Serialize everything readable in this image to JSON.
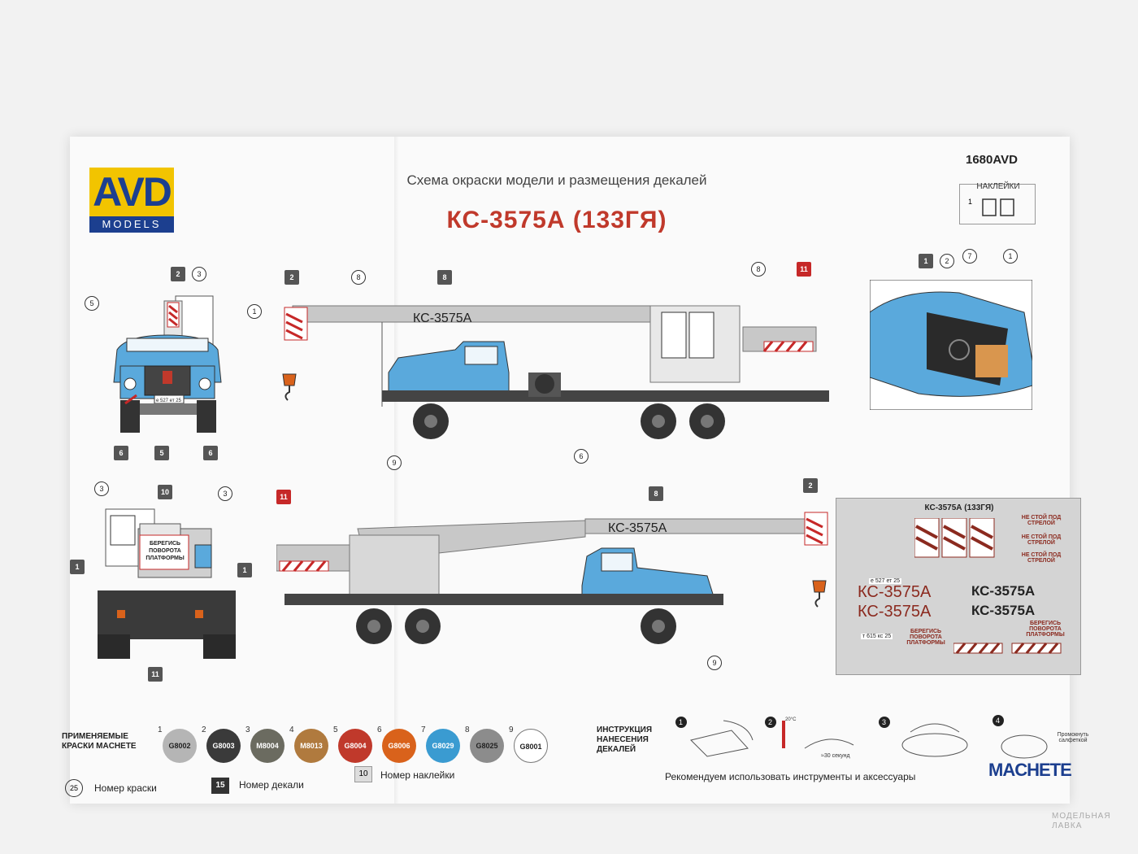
{
  "header": {
    "logo_main": "AVD",
    "logo_sub": "MODELS",
    "kit_number": "1680AVD",
    "subtitle": "Схема окраски модели и размещения декалей",
    "title": "КС-3575А (133ГЯ)",
    "decal_box_label": "НАКЛЕЙКИ",
    "decal_box_num": "1"
  },
  "truck": {
    "boom_text": "КС-3575А",
    "plate_text": "е 527 ет 25"
  },
  "decal_sheet": {
    "title": "КС-3575А (133ГЯ)",
    "warn1": "НЕ СТОЙ ПОД СТРЕЛОЙ",
    "warn2": "НЕ СТОЙ ПОД СТРЕЛОЙ",
    "warn3": "НЕ СТОЙ ПОД СТРЕЛОЙ",
    "big1": "КС-3575А",
    "big2": "КС-3575А",
    "big3": "КС-3575А",
    "big4": "КС-3575А",
    "platform": "БЕРЕГИСЬ ПОВОРОТА ПЛАТФОРМЫ",
    "plate1": "е 527 ет 25",
    "plate2": "т 615 кс 25"
  },
  "rear": {
    "sign": "БЕРЕГИСЬ ПОВОРОТА ПЛАТФОРМЫ"
  },
  "legend": {
    "paints_label": "ПРИМЕНЯЕМЫЕ КРАСКИ MACHETE",
    "paints": [
      {
        "num": "1",
        "code": "G8002",
        "color": "#b5b5b5"
      },
      {
        "num": "2",
        "code": "G8003",
        "color": "#3a3a3a"
      },
      {
        "num": "3",
        "code": "M8004",
        "color": "#6b6b60"
      },
      {
        "num": "4",
        "code": "M8013",
        "color": "#b07a3e"
      },
      {
        "num": "5",
        "code": "G8004",
        "color": "#c0392b"
      },
      {
        "num": "6",
        "code": "G8006",
        "color": "#d9621b"
      },
      {
        "num": "7",
        "code": "G8029",
        "color": "#3a9bd1"
      },
      {
        "num": "8",
        "code": "G8025",
        "color": "#8c8c8c"
      },
      {
        "num": "9",
        "code": "G8001",
        "color": "#ffffff"
      }
    ],
    "instructions_label": "ИНСТРУКЦИЯ НАНЕСЕНИЯ ДЕКАЛЕЙ",
    "step2_temp": "20°C",
    "step2_time": "≈30 секунд",
    "step4_note": "Промокнуть салфеткой",
    "paint_number_sample": "25",
    "paint_number_text": "Номер краски",
    "decal_number_sample": "15",
    "decal_number_text": "Номер декали",
    "sticker_number_sample": "10",
    "sticker_number_text": "Номер наклейки",
    "recommend_text": "Рекомендуем использовать инструменты и аксессуары",
    "machete": "MACHETE"
  },
  "watermark": "МОДЕЛЬНАЯ ЛАВКА",
  "colors": {
    "cab_blue": "#5aa9dc",
    "boom_grey": "#c8c8c8",
    "chassis": "#3a3a3a",
    "title_red": "#c0392b"
  }
}
